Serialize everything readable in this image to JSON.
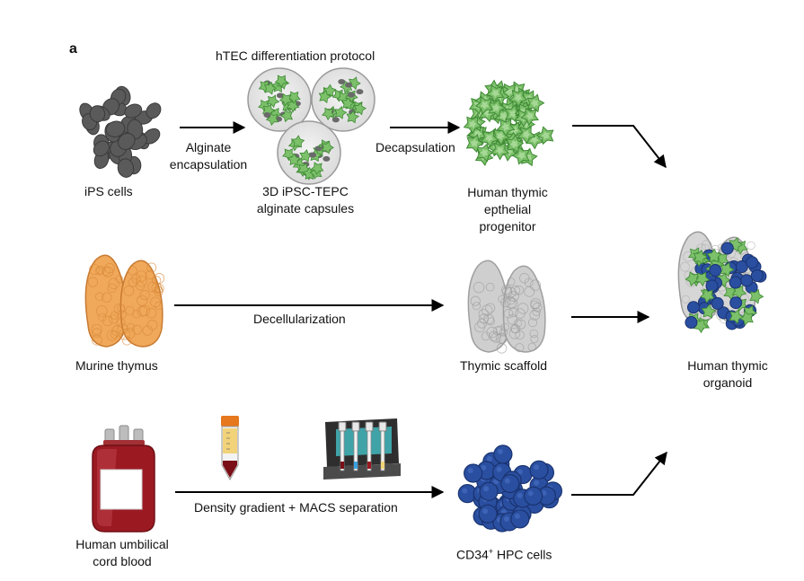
{
  "panel_letter": "a",
  "row1": {
    "protocol_title": "hTEC differentiation protocol",
    "source_label": "iPS cells",
    "step1_label_line1": "Alginate",
    "step1_label_line2": "encapsulation",
    "capsules_label_line1": "3D iPSC-TEPC",
    "capsules_label_line2": "alginate capsules",
    "step2_label": "Decapsulation",
    "product_label_line1": "Human thymic",
    "product_label_line2": "epthelial",
    "product_label_line3": "progenitor"
  },
  "row2": {
    "source_label": "Murine thymus",
    "step_label": "Decellularization",
    "product_label": "Thymic scaffold"
  },
  "row3": {
    "source_label_line1": "Human umbilical",
    "source_label_line2": "cord blood",
    "step_label": "Density gradient + MACS separation",
    "product_label_main": "CD34",
    "product_label_sup": "+",
    "product_label_rest": " HPC cells"
  },
  "result": {
    "label_line1": "Human thymic",
    "label_line2": "organoid"
  },
  "colors": {
    "ips_cell": "#5a5a5a",
    "tepc_green": "#7cc06a",
    "thymus_orange": "#f0a85a",
    "scaffold_gray": "#cfcfcf",
    "hpc_blue": "#2a4fa0",
    "blood_red": "#9b1a22"
  }
}
